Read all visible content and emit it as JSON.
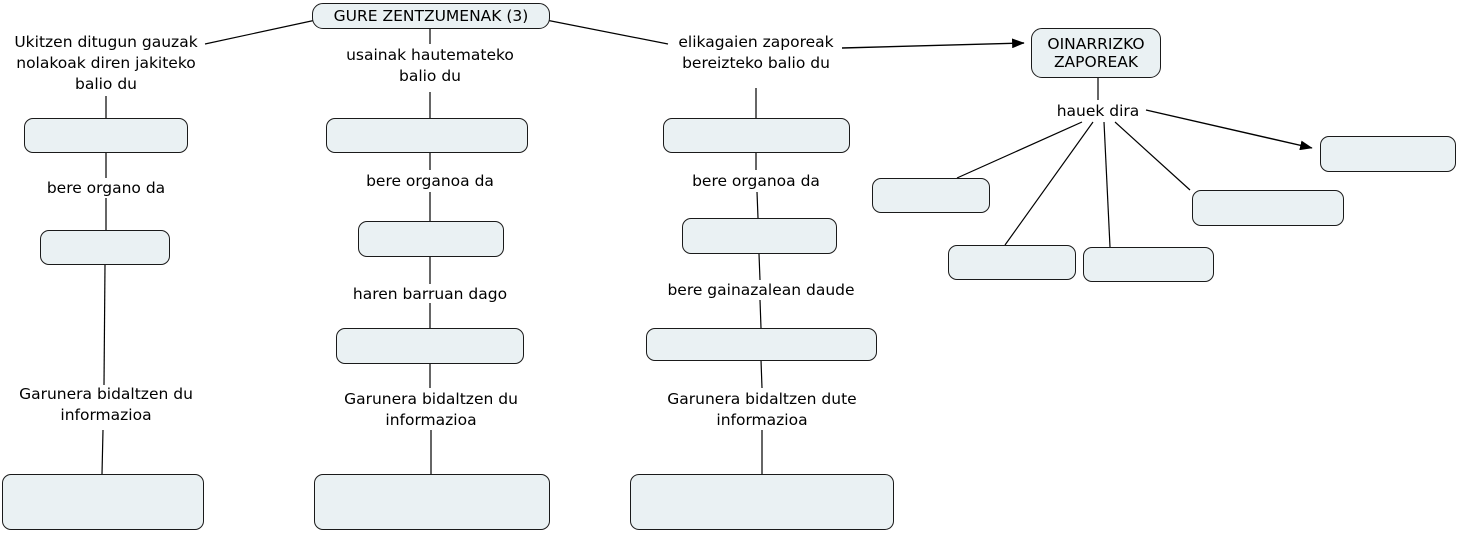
{
  "diagram": {
    "title_node": {
      "text": "GURE ZENTZUMENAK (3)"
    },
    "branch_labels": {
      "left": "Ukitzen ditugun gauzak\nnolakoak diren jakiteko\nbalio du",
      "middle": "usainak hautemateko\nbalio du",
      "right": "elikagaien zaporeak\nbereizteko balio du"
    },
    "taste_node": {
      "text": "OINARRIZKO\nZAPOREAK"
    },
    "taste_connector": "hauek dira",
    "columns": {
      "left": {
        "connector_1": "bere organo da",
        "connector_2": "Garunera bidaltzen du\ninformazioa",
        "box_1": "",
        "box_2": "",
        "box_3": ""
      },
      "middle": {
        "connector_1": "bere organoa da",
        "connector_2": "haren barruan dago",
        "connector_3": "Garunera bidaltzen du\ninformazioa",
        "box_1": "",
        "box_2": "",
        "box_3": "",
        "box_4": ""
      },
      "right": {
        "connector_1": "bere organoa da",
        "connector_2": "bere gainazalean daude",
        "connector_3": "Garunera bidaltzen dute\ninformazioa",
        "box_1": "",
        "box_2": "",
        "box_3": "",
        "box_4": ""
      }
    },
    "taste_boxes": {
      "box_1": "",
      "box_2": "",
      "box_3": "",
      "box_4": "",
      "box_5": ""
    },
    "colors": {
      "node_fill": "#eaf1f3",
      "node_border": "#1a1a1a",
      "edge": "#000000",
      "background": "#ffffff",
      "text": "#000000"
    }
  }
}
